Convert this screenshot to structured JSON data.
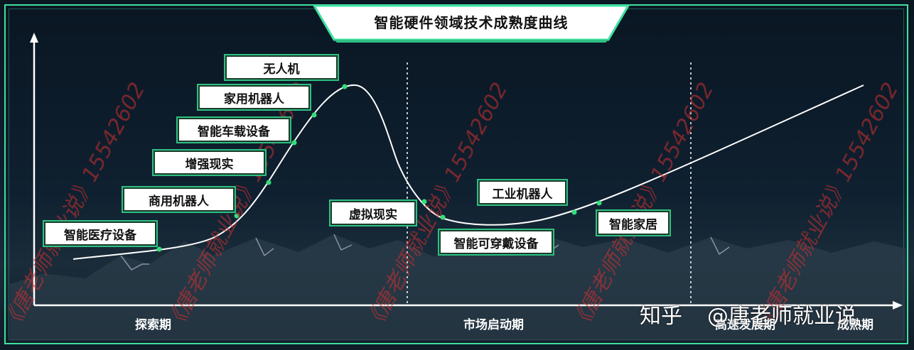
{
  "title": "智能硬件领域技术成熟度曲线",
  "labels": {
    "l1": "智能医疗设备",
    "l2": "商用机器人",
    "l3": "增强现实",
    "l4": "智能车载设备",
    "l5": "家用机器人",
    "l6": "无人机",
    "l7": "虚拟现实",
    "l8": "智能可穿戴设备",
    "l9": "工业机器人",
    "l10": "智能家居"
  },
  "phases": {
    "p1": "探索期",
    "p2": "市场启动期",
    "p3": "高速发展期",
    "p4": "成熟期"
  },
  "watermark": {
    "platform": "知乎",
    "author": "@唐老师就业说",
    "diagonal": "《唐老师就业说》15542602"
  },
  "colors": {
    "accent": "#3fe0a0",
    "curve": "#ffffff",
    "marker": "#2fe07a",
    "diagonal_watermark": "#d0302f"
  }
}
